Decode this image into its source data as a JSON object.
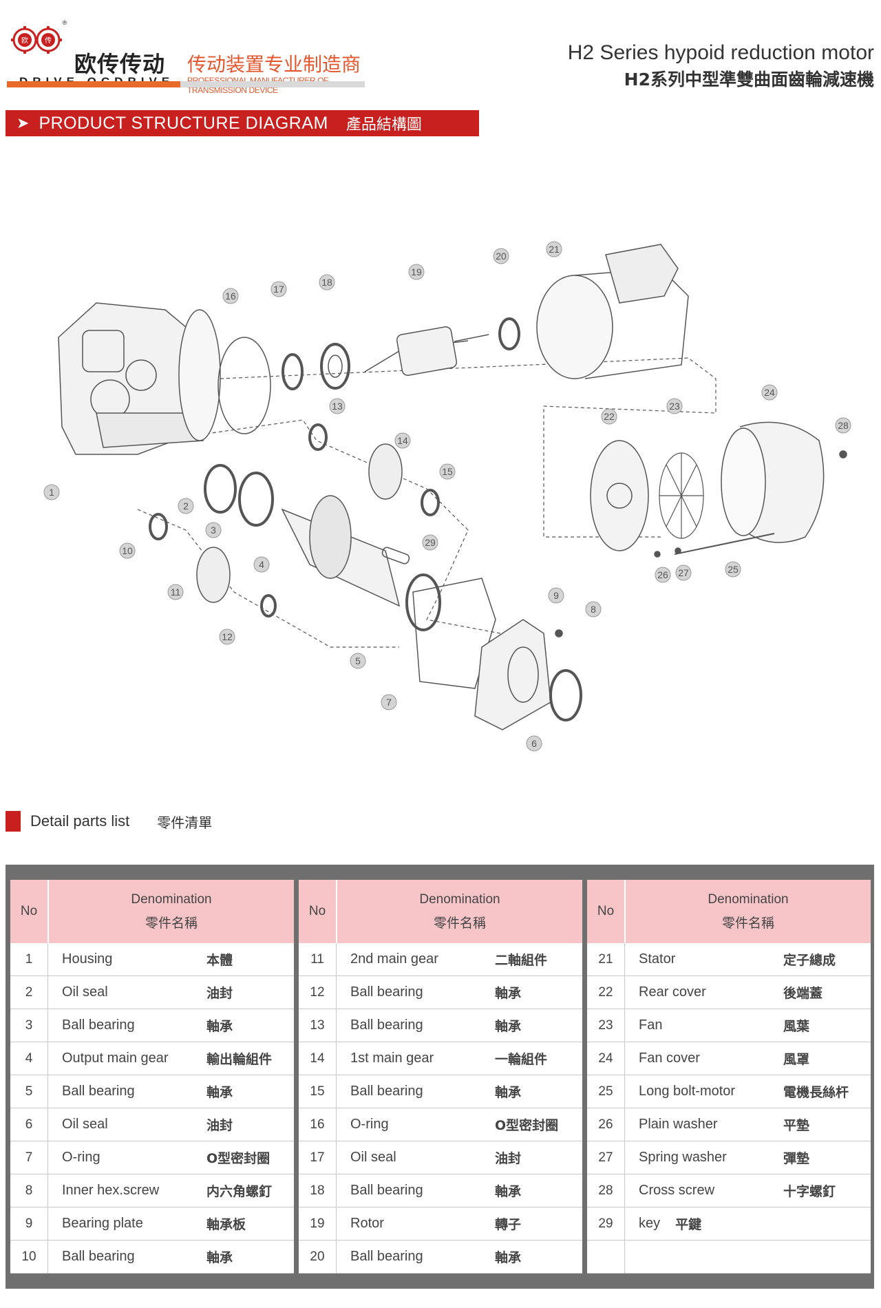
{
  "brand": {
    "logo_badge_left": "欧",
    "logo_badge_right": "传",
    "logo_trademark": "®",
    "name_cn": "欧传传动",
    "name_en": "DRIVE OCDRIVE",
    "slogan_cn": "传动装置专业制造商",
    "slogan_en": "PROFESSIONAL MANUFACTURER OF TRANSMISSION DEVICE",
    "accent_color": "#e86a2a"
  },
  "product": {
    "title_en": "H2 Series hypoid reduction motor",
    "title_cn": "H2系列中型準雙曲面齒輪減速機"
  },
  "section": {
    "title_en": "PRODUCT STRUCTURE DIAGRAM",
    "title_cn": "產品結構圖",
    "color": "#c8201f"
  },
  "diagram": {
    "callouts": [
      "1",
      "2",
      "3",
      "4",
      "5",
      "6",
      "7",
      "8",
      "9",
      "10",
      "11",
      "12",
      "13",
      "14",
      "15",
      "16",
      "17",
      "18",
      "19",
      "20",
      "21",
      "22",
      "23",
      "24",
      "25",
      "26",
      "27",
      "28",
      "29"
    ]
  },
  "detail": {
    "title_en": "Detail parts list",
    "title_cn": "零件清單"
  },
  "table": {
    "header_no": "No",
    "header_name_en": "Denomination",
    "header_name_cn": "零件名稱",
    "header_color": "#f7c5c8",
    "columns": [
      [
        {
          "no": "1",
          "en": "Housing",
          "cn": "本體"
        },
        {
          "no": "2",
          "en": "Oil seal",
          "cn": "油封"
        },
        {
          "no": "3",
          "en": "Ball bearing",
          "cn": "軸承"
        },
        {
          "no": "4",
          "en": "Output main gear",
          "cn": "輸出輪組件"
        },
        {
          "no": "5",
          "en": "Ball bearing",
          "cn": "軸承"
        },
        {
          "no": "6",
          "en": "Oil seal",
          "cn": "油封"
        },
        {
          "no": "7",
          "en": "O-ring",
          "cn": "O型密封圈"
        },
        {
          "no": "8",
          "en": "Inner hex.screw",
          "cn": "内六角螺釘"
        },
        {
          "no": "9",
          "en": "Bearing plate",
          "cn": "軸承板"
        },
        {
          "no": "10",
          "en": "Ball bearing",
          "cn": "軸承"
        }
      ],
      [
        {
          "no": "11",
          "en": "2nd main gear",
          "cn": "二軸組件"
        },
        {
          "no": "12",
          "en": "Ball bearing",
          "cn": "軸承"
        },
        {
          "no": "13",
          "en": "Ball bearing",
          "cn": "軸承"
        },
        {
          "no": "14",
          "en": "1st main gear",
          "cn": "一輪組件"
        },
        {
          "no": "15",
          "en": "Ball bearing",
          "cn": "軸承"
        },
        {
          "no": "16",
          "en": "O-ring",
          "cn": "O型密封圈"
        },
        {
          "no": "17",
          "en": "Oil seal",
          "cn": "油封"
        },
        {
          "no": "18",
          "en": "Ball bearing",
          "cn": "軸承"
        },
        {
          "no": "19",
          "en": "Rotor",
          "cn": "轉子"
        },
        {
          "no": "20",
          "en": "Ball bearing",
          "cn": "軸承"
        }
      ],
      [
        {
          "no": "21",
          "en": "Stator",
          "cn": "定子總成"
        },
        {
          "no": "22",
          "en": "Rear cover",
          "cn": "後端蓋"
        },
        {
          "no": "23",
          "en": "Fan",
          "cn": "風葉"
        },
        {
          "no": "24",
          "en": "Fan cover",
          "cn": "風罩"
        },
        {
          "no": "25",
          "en": "Long bolt-motor",
          "cn": "電機長絲杆"
        },
        {
          "no": "26",
          "en": "Plain washer",
          "cn": "平墊"
        },
        {
          "no": "27",
          "en": "Spring washer",
          "cn": "彈墊"
        },
        {
          "no": "28",
          "en": "Cross screw",
          "cn": "十字螺釘"
        },
        {
          "no": "29",
          "en": "key",
          "cn": "平鍵"
        },
        {
          "no": "",
          "en": "",
          "cn": ""
        }
      ]
    ]
  }
}
